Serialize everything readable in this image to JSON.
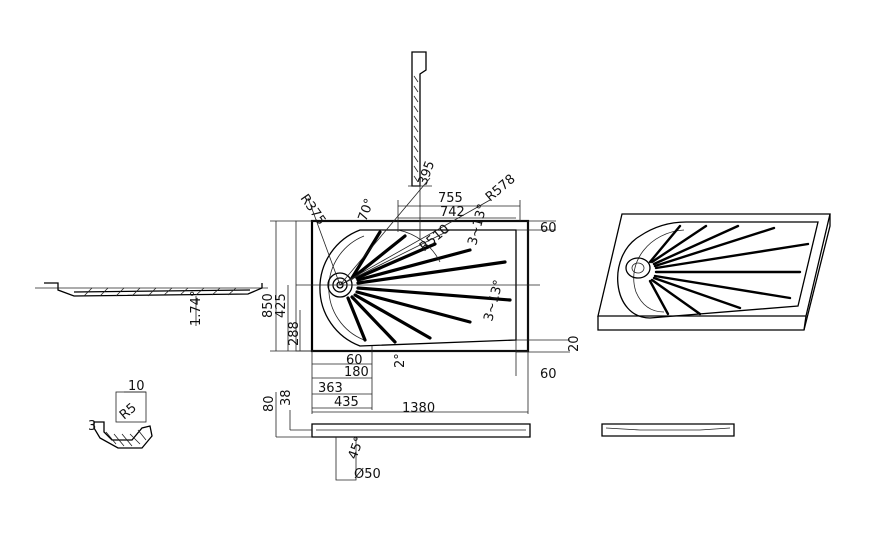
{
  "drawing": {
    "plan_dims": {
      "d755": "755",
      "d742": "742",
      "d60_top": "60",
      "d60_bottom": "60",
      "d20": "20",
      "d850": "850",
      "d425": "425",
      "d288": "288",
      "d60_inner": "60",
      "d180": "180",
      "d363": "363",
      "d435": "435",
      "d1380": "1380",
      "r375": "R375",
      "r578": "R578",
      "r510": "R510",
      "d395": "395",
      "a70": "70°",
      "a3_13": "3~13°",
      "a3_13b": "3~13°",
      "a2": "2°"
    },
    "side_dims": {
      "d1_74": "1.74°",
      "d80": "80",
      "d38": "38",
      "a45": "45°",
      "dia50": "Ø50"
    },
    "detail_dims": {
      "d10": "10",
      "r5": "R5",
      "d3": "3"
    }
  }
}
